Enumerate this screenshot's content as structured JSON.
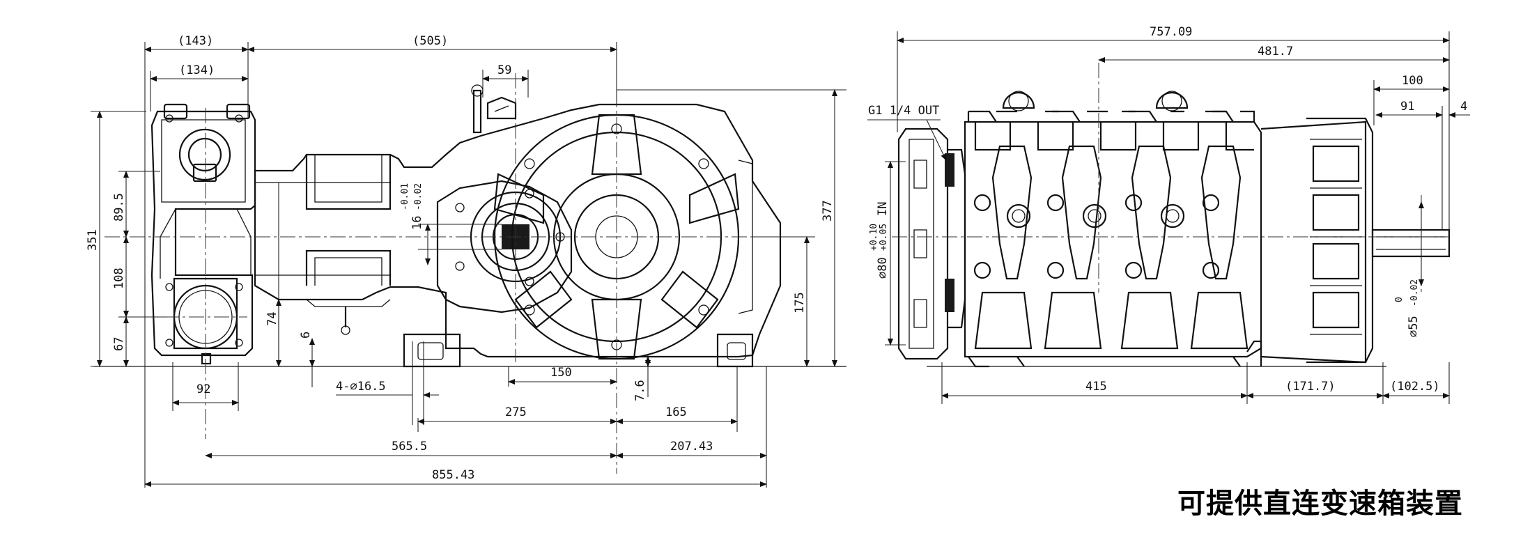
{
  "front_view": {
    "dims_top": [
      "(143)",
      "(505)",
      "(134)",
      "59"
    ],
    "dims_left": [
      "351",
      "89.5",
      "108",
      "67",
      "74",
      "6"
    ],
    "dims_right": [
      "377",
      "175"
    ],
    "shaft_tolerance": {
      "nominal": "16",
      "upper": "-0.01",
      "lower": "-0.02"
    },
    "dims_bottom": [
      "92",
      "4-∅16.5",
      "150",
      "7.6",
      "275",
      "165",
      "565.5",
      "207.43",
      "855.43"
    ]
  },
  "side_view": {
    "dims_top": [
      "757.09",
      "481.7",
      "100",
      "91",
      "4"
    ],
    "port_labels": {
      "out": "G1 1/4 OUT",
      "in_dia": "∅80",
      "in_upper": "+0.10",
      "in_lower": "+0.05",
      "in_suffix": "IN"
    },
    "shaft_dia": {
      "nominal": "∅55",
      "upper": "0",
      "lower": "-0.02"
    },
    "dims_bottom": [
      "415",
      "(171.7)",
      "(102.5)"
    ]
  },
  "caption": "可提供直连变速箱装置"
}
